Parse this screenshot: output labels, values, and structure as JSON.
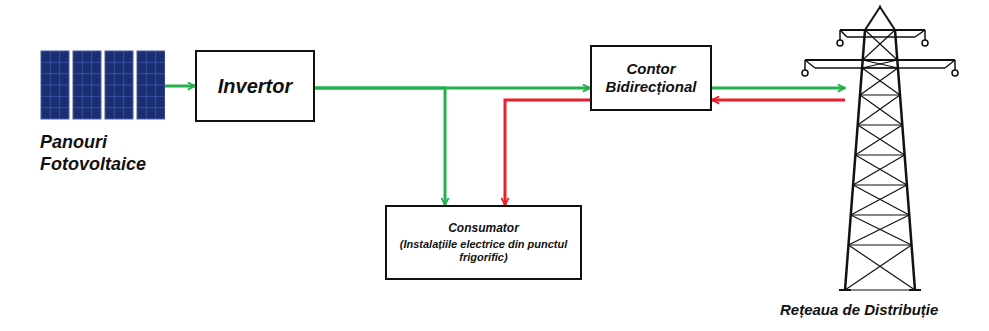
{
  "diagram": {
    "nodes": [
      {
        "text": [
          "Panouri Fotovoltaice"
        ]
      },
      {
        "text": [
          "Invertor"
        ]
      },
      {
        "text": [
          "Contor Bidirecțional"
        ]
      },
      {
        "text": [
          "Consumator",
          "(Instalațiile electrice din punctul frigorific)"
        ]
      },
      {
        "text": [
          "Rețeaua de Distribuție"
        ]
      }
    ],
    "edges": [
      {
        "from": 0,
        "to": 1,
        "arrow": "to"
      },
      {
        "from": 1,
        "to": 3,
        "arrow": "to"
      },
      {
        "from": 1,
        "to": 2,
        "arrow": "to"
      },
      {
        "from": 2,
        "to": 4,
        "arrow": "to"
      },
      {
        "from": 4,
        "to": 2,
        "arrow": "to"
      },
      {
        "from": 2,
        "to": 3,
        "arrow": "to"
      }
    ]
  }
}
